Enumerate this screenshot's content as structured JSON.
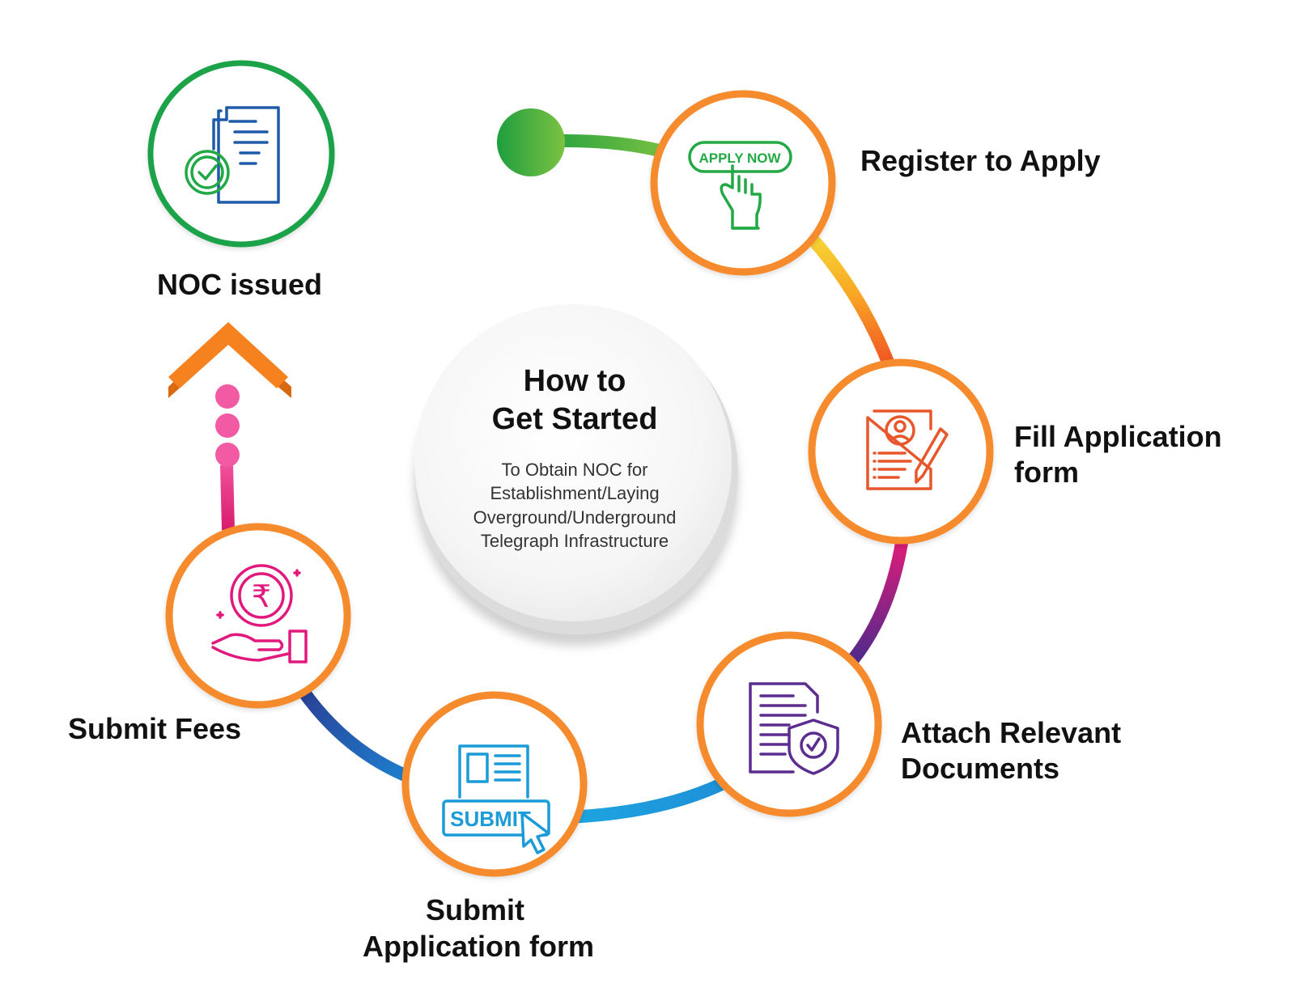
{
  "center": {
    "title_line1": "How to",
    "title_line2": "Get Started",
    "subtitle_lines": [
      "To Obtain NOC for",
      "Establishment/Laying",
      "Overground/Underground",
      "Telegraph Infrastructure"
    ]
  },
  "steps": [
    {
      "id": "register",
      "label_lines": [
        "Register to Apply"
      ],
      "icon": "apply-now-icon",
      "icon_text": "APPLY NOW"
    },
    {
      "id": "fill",
      "label_lines": [
        "Fill Application",
        "form"
      ],
      "icon": "application-form-icon"
    },
    {
      "id": "attach",
      "label_lines": [
        "Attach Relevant",
        "Documents"
      ],
      "icon": "secure-documents-icon"
    },
    {
      "id": "submit-form",
      "label_lines": [
        "Submit",
        "Application form"
      ],
      "icon": "submit-icon",
      "icon_text": "SUBMIT"
    },
    {
      "id": "fees",
      "label_lines": [
        "Submit Fees"
      ],
      "icon": "rupee-payment-icon",
      "icon_text": "₹"
    },
    {
      "id": "noc",
      "label_lines": [
        "NOC issued"
      ],
      "icon": "approved-document-icon"
    }
  ],
  "colors": {
    "circle_border": "#F68B2F",
    "noc_border": "#1BA24A",
    "start_dot": "#1E9E3E",
    "arrow": "#F5821F",
    "dots": "#F25AA4",
    "icon_green": "#22A945",
    "icon_orange": "#E8572B",
    "icon_purple": "#5B2D8E",
    "icon_blue": "#1B9BD7",
    "icon_pink": "#E2197C",
    "icon_navy": "#1F5BA8"
  }
}
